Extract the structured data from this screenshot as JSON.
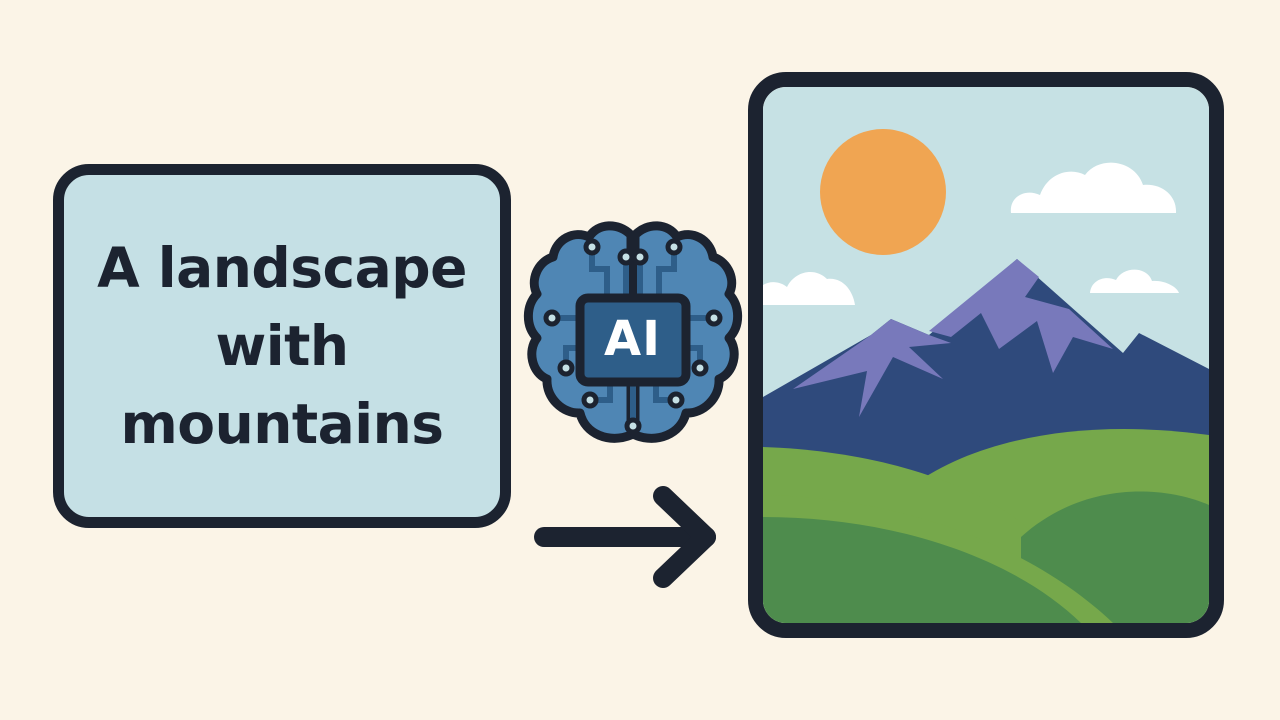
{
  "prompt": {
    "line1": "A landscape",
    "line2": "with",
    "line3": "mountains"
  },
  "model": {
    "label": "AI",
    "icon": "brain-circuit-icon"
  },
  "output": {
    "icon": "landscape-image-icon"
  },
  "colors": {
    "background": "#fbf4e7",
    "outline": "#1c2330",
    "prompt_fill": "#c5e0e5",
    "brain_fill": "#4f86b4",
    "brain_dark": "#2e5e89",
    "sky": "#c6e1e4",
    "sun": "#f0a552",
    "cloud": "#ffffff",
    "mountain_dark": "#2f4a7c",
    "mountain_light": "#7879bb",
    "hill_light": "#76a84b",
    "hill_dark": "#4e8c4d"
  }
}
